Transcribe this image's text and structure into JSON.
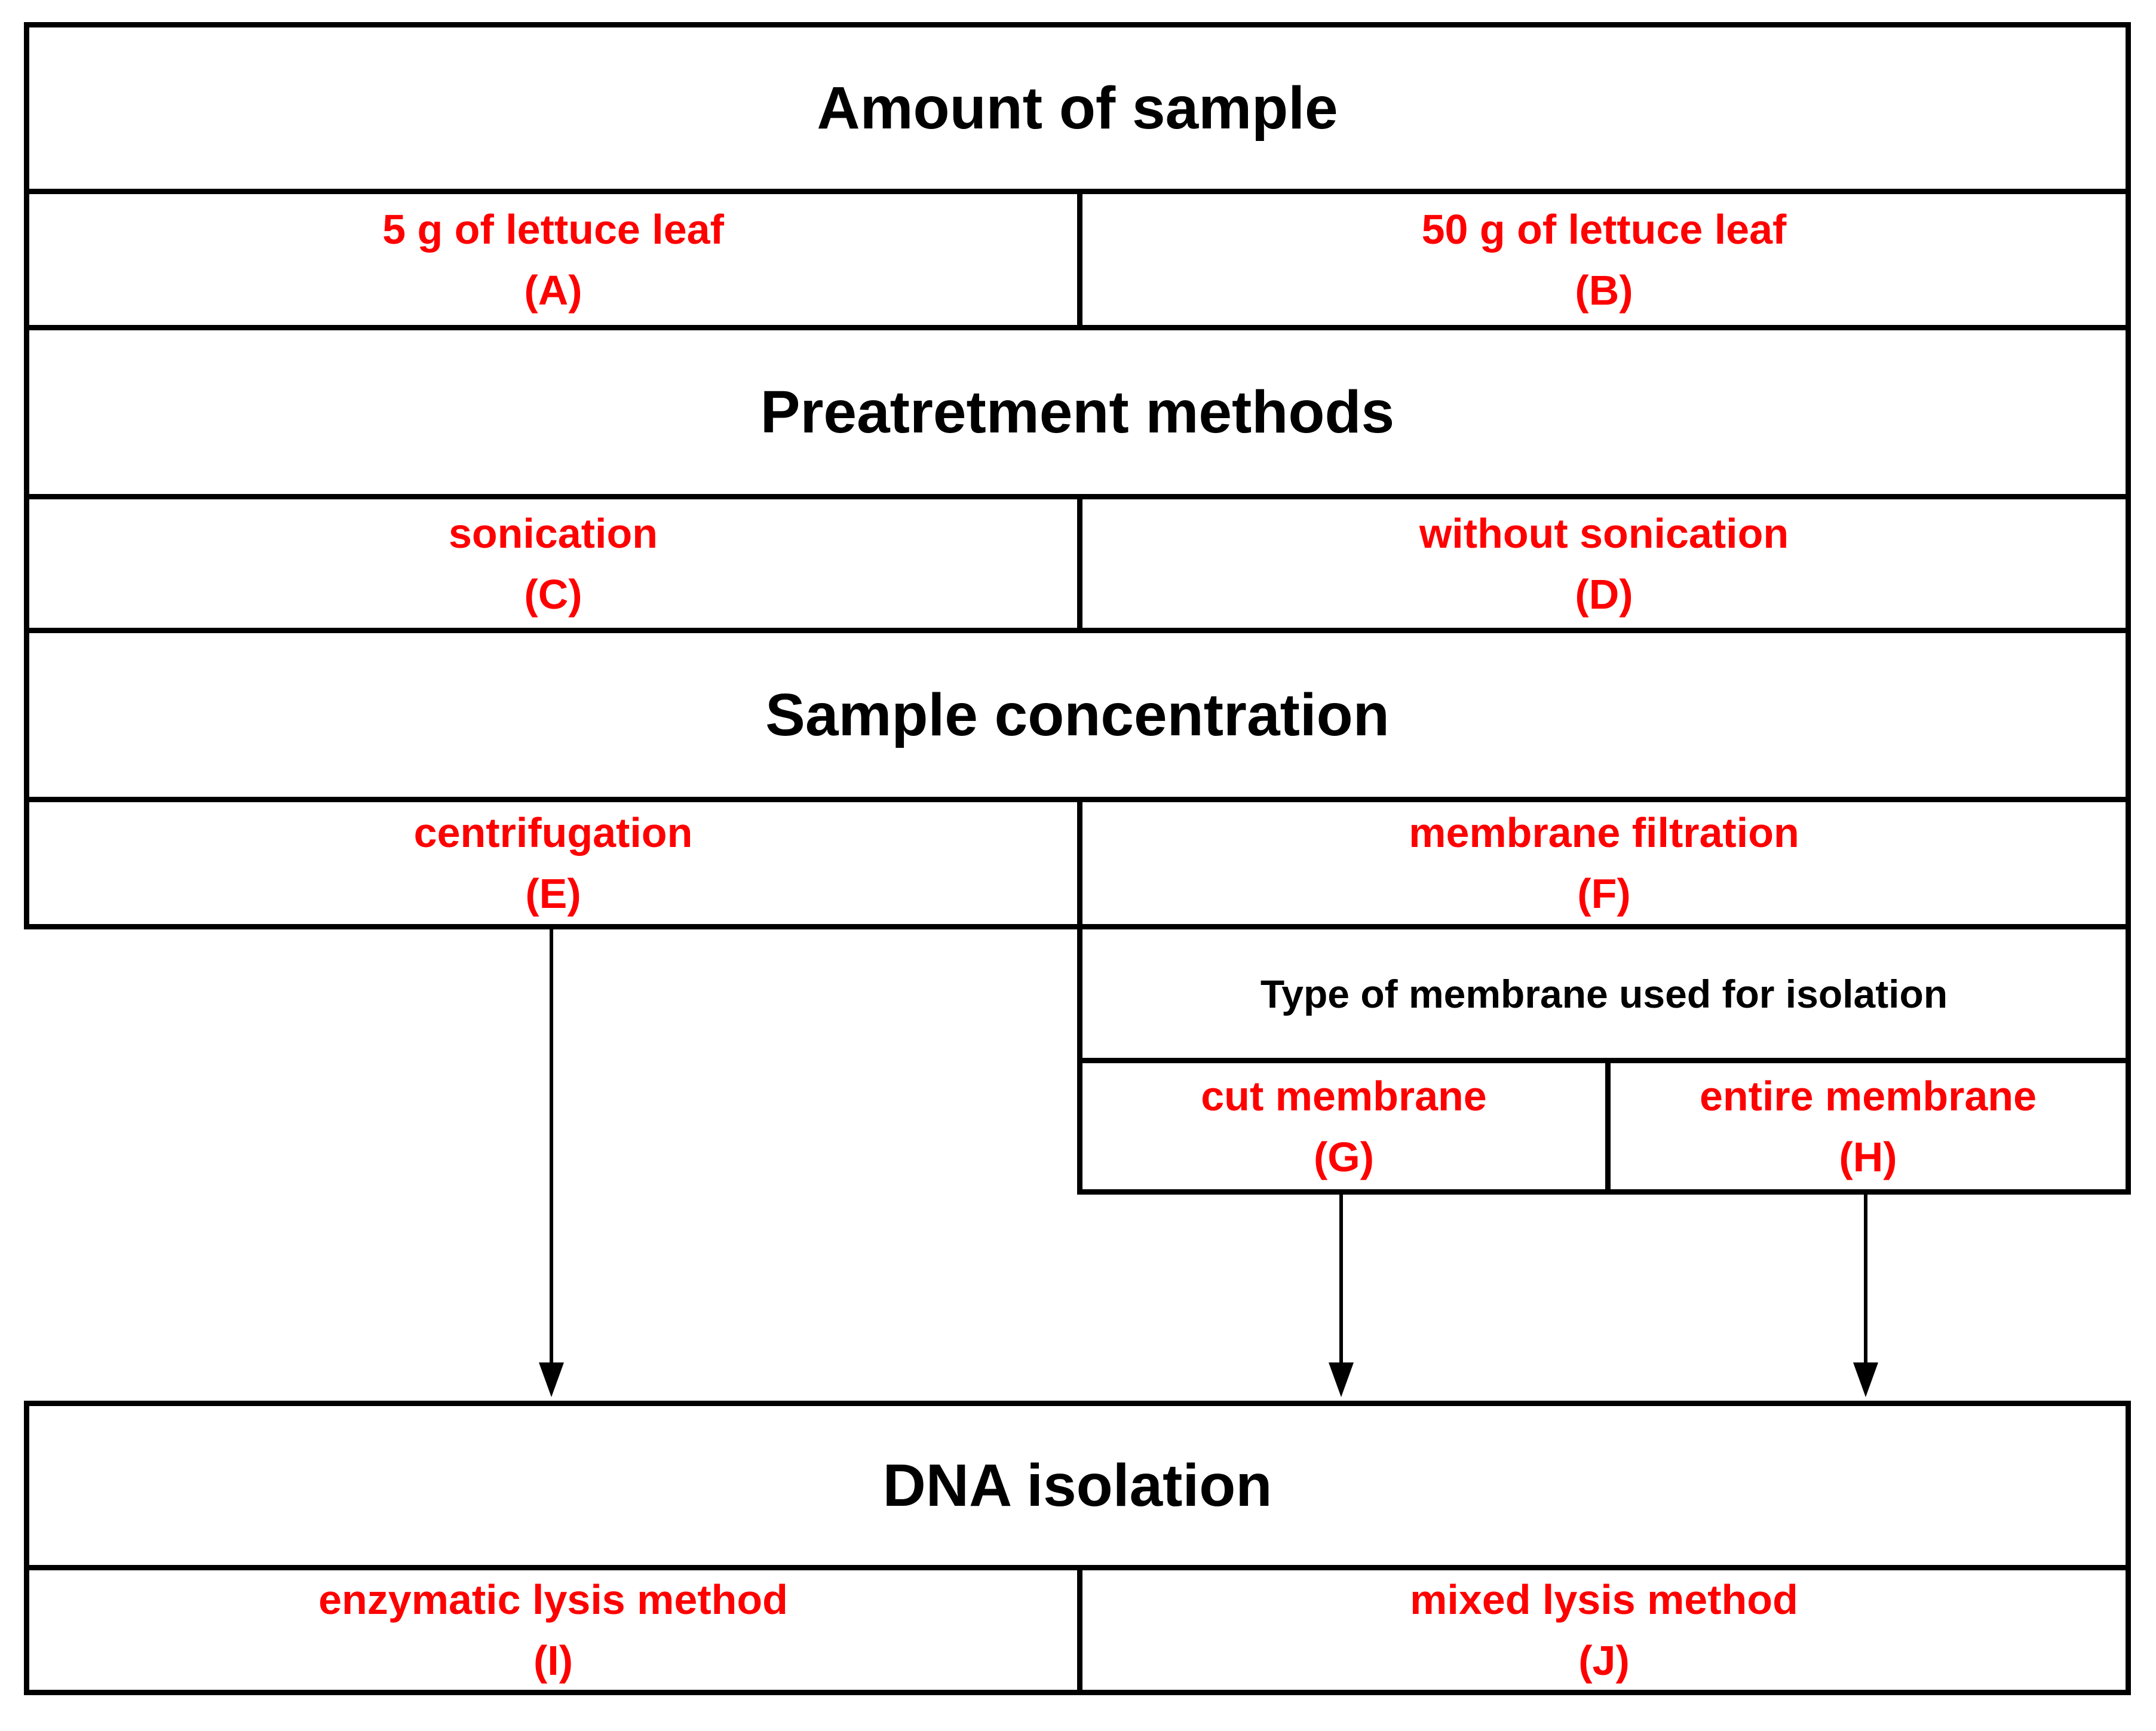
{
  "flow": {
    "amount": {
      "header": "Amount of sample",
      "a": {
        "label": "5 g of lettuce leaf",
        "code": "(A)"
      },
      "b": {
        "label": "50 g of lettuce leaf",
        "code": "(B)"
      }
    },
    "pretreatment": {
      "header": "Preatretment methods",
      "c": {
        "label": "sonication",
        "code": "(C)"
      },
      "d": {
        "label": "without sonication",
        "code": "(D)"
      }
    },
    "concentration": {
      "header": "Sample concentration",
      "e": {
        "label": "centrifugation",
        "code": "(E)"
      },
      "f": {
        "label": "membrane filtration",
        "code": "(F)"
      }
    },
    "membrane": {
      "header": "Type of membrane used for isolation",
      "g": {
        "label": "cut membrane",
        "code": "(G)"
      },
      "h": {
        "label": "entire membrane",
        "code": "(H)"
      }
    },
    "dna": {
      "header": "DNA isolation",
      "i": {
        "label": "enzymatic lysis method",
        "code": "(I)"
      },
      "j": {
        "label": "mixed lysis method",
        "code": "(J)"
      }
    },
    "colors": {
      "text_black": "#000000",
      "text_red": "#fe0000",
      "border": "#000000",
      "background": "#ffffff"
    }
  }
}
